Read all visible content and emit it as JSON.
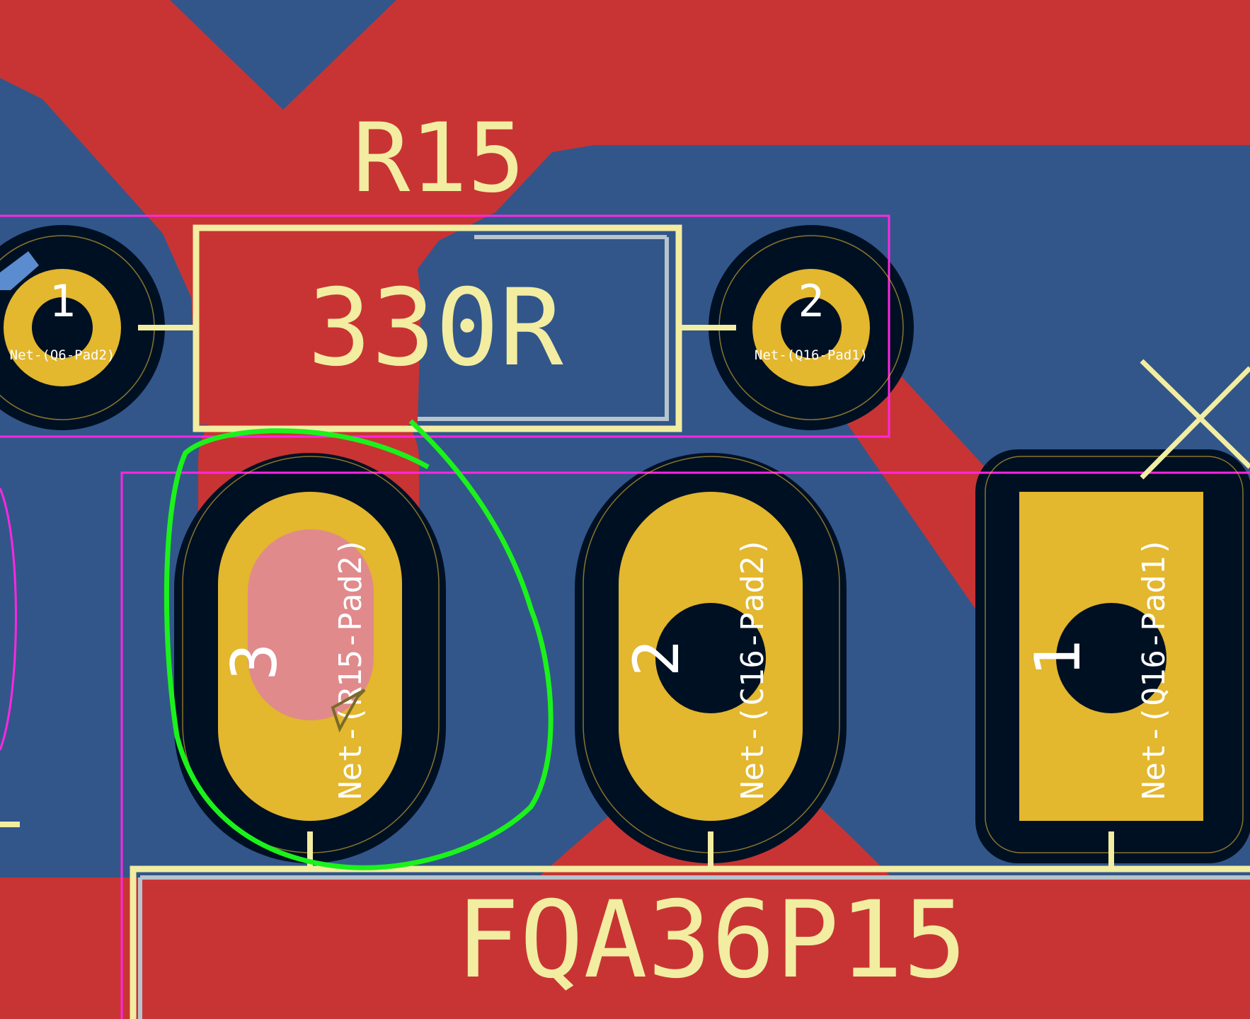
{
  "colors": {
    "board": "#32568a",
    "copper": "#c83434",
    "pad": "#e3b72e",
    "drill": "#001023",
    "silkscreen": "#f2eda1",
    "courtyard": "#ff26e2",
    "highlight": "#00ff00",
    "selection": "#e08a8c"
  },
  "resistor": {
    "reference": "R15",
    "value": "330R",
    "pad1": {
      "number": "1",
      "net": "Net-(Q6-Pad2)"
    },
    "pad2": {
      "number": "2",
      "net": "Net-(Q16-Pad1)"
    }
  },
  "transistor": {
    "value": "FQA36P15",
    "pad3": {
      "number": "3",
      "net": "Net-(R15-Pad2)"
    },
    "pad2": {
      "number": "2",
      "net": "Net-(C16-Pad2)"
    },
    "pad1": {
      "number": "1",
      "net": "Net-(Q16-Pad1)"
    }
  }
}
